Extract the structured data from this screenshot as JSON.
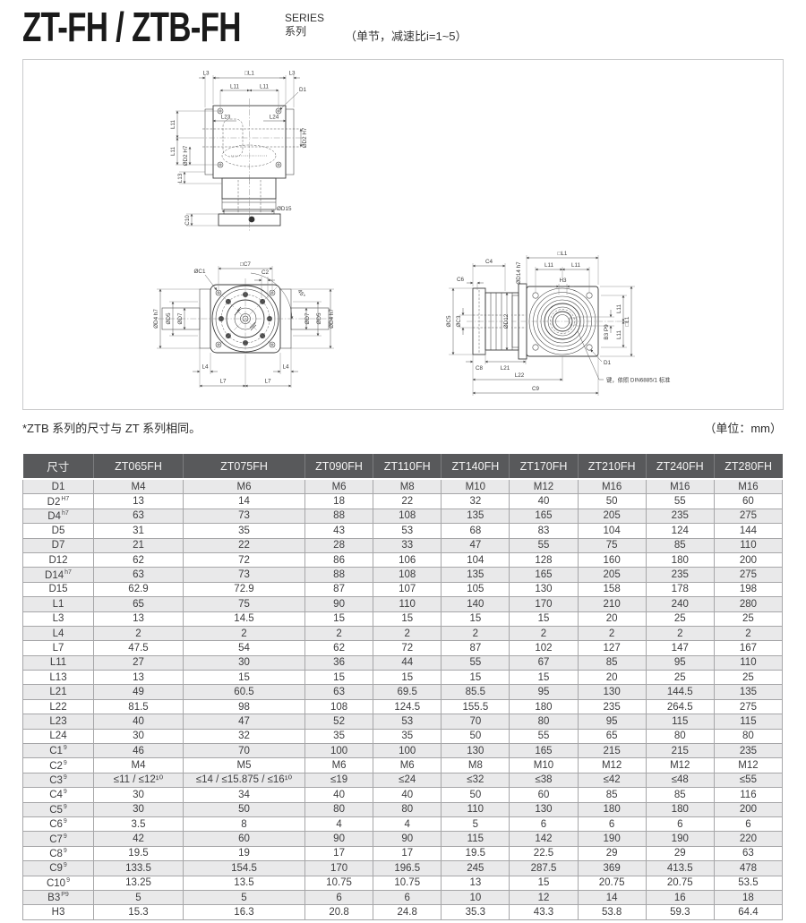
{
  "colors": {
    "header_bg": "#58595b",
    "header_text": "#f4f4f4",
    "row_alt_bg": "#e9e9ea",
    "table_border": "#a6a6a8",
    "panel_border": "#c9cacb"
  },
  "header": {
    "title": "ZT-FH / ZTB-FH",
    "series_en": "SERIES",
    "series_zh": "系列",
    "subtitle": "（单节，减速比i=1~5）"
  },
  "note": {
    "left": "*ZTB 系列的尺寸与 ZT 系列相同。",
    "right": "（单位：mm）"
  },
  "drawings": {
    "top": {
      "l3_left": "L3",
      "l1": "□L1",
      "l3_right": "L3",
      "l11_a": "L11",
      "l11_b": "L11",
      "d1": "D1",
      "l23": "L23",
      "l24": "L24",
      "d2_right": "ØD2 H7",
      "l11_c": "L11",
      "l11_d": "L11",
      "d2_left": "ØD2 H7",
      "l13": "L13",
      "d15": "ØD15",
      "c10": "C10"
    },
    "front": {
      "c7": "□C7",
      "c1": "ØC1",
      "c2": "C2",
      "angle": "45°",
      "d4_l": "ØD4 h7",
      "d5_l": "ØD5",
      "d7_l": "ØD7",
      "d7_r": "ØD7",
      "d5_r": "ØD5",
      "d4_r": "ØD4 h7",
      "l4_l": "L4",
      "l4_r": "L4",
      "l7_l": "L7",
      "l7_r": "L7"
    },
    "side": {
      "c4": "C4",
      "c6": "C6",
      "d14": "ØD14 h7",
      "l1_top": "□L1",
      "l11_a": "L11",
      "l11_b": "L11",
      "h3": "H3",
      "c5": "ØC5",
      "c3": "ØC3",
      "d12": "ØD12",
      "l11_c": "L11",
      "l11_d": "L11",
      "l1_right": "□L1",
      "b3": "B3 P9",
      "d1": "D1",
      "c8": "C8",
      "l21": "L21",
      "l22": "L22",
      "c9": "C9",
      "key_note": "键，依照 DIN6885/1 标准"
    }
  },
  "table": {
    "columns": [
      "尺寸",
      "ZT065FH",
      "ZT075FH",
      "ZT090FH",
      "ZT110FH",
      "ZT140FH",
      "ZT170FH",
      "ZT210FH",
      "ZT240FH",
      "ZT280FH"
    ],
    "rows": [
      {
        "dim": "D1",
        "sup": "",
        "values": [
          "M4",
          "M6",
          "M6",
          "M8",
          "M10",
          "M12",
          "M16",
          "M16",
          "M16"
        ]
      },
      {
        "dim": "D2",
        "sup": "H7",
        "values": [
          "13",
          "14",
          "18",
          "22",
          "32",
          "40",
          "50",
          "55",
          "60"
        ]
      },
      {
        "dim": "D4",
        "sup": "h7",
        "values": [
          "63",
          "73",
          "88",
          "108",
          "135",
          "165",
          "205",
          "235",
          "275"
        ]
      },
      {
        "dim": "D5",
        "sup": "",
        "values": [
          "31",
          "35",
          "43",
          "53",
          "68",
          "83",
          "104",
          "124",
          "144"
        ]
      },
      {
        "dim": "D7",
        "sup": "",
        "values": [
          "21",
          "22",
          "28",
          "33",
          "47",
          "55",
          "75",
          "85",
          "110"
        ]
      },
      {
        "dim": "D12",
        "sup": "",
        "values": [
          "62",
          "72",
          "86",
          "106",
          "104",
          "128",
          "160",
          "180",
          "200"
        ]
      },
      {
        "dim": "D14",
        "sup": "h7",
        "values": [
          "63",
          "73",
          "88",
          "108",
          "135",
          "165",
          "205",
          "235",
          "275"
        ]
      },
      {
        "dim": "D15",
        "sup": "",
        "values": [
          "62.9",
          "72.9",
          "87",
          "107",
          "105",
          "130",
          "158",
          "178",
          "198"
        ]
      },
      {
        "dim": "L1",
        "sup": "",
        "values": [
          "65",
          "75",
          "90",
          "110",
          "140",
          "170",
          "210",
          "240",
          "280"
        ]
      },
      {
        "dim": "L3",
        "sup": "",
        "values": [
          "13",
          "14.5",
          "15",
          "15",
          "15",
          "15",
          "20",
          "25",
          "25"
        ]
      },
      {
        "dim": "L4",
        "sup": "",
        "values": [
          "2",
          "2",
          "2",
          "2",
          "2",
          "2",
          "2",
          "2",
          "2"
        ]
      },
      {
        "dim": "L7",
        "sup": "",
        "values": [
          "47.5",
          "54",
          "62",
          "72",
          "87",
          "102",
          "127",
          "147",
          "167"
        ]
      },
      {
        "dim": "L11",
        "sup": "",
        "values": [
          "27",
          "30",
          "36",
          "44",
          "55",
          "67",
          "85",
          "95",
          "110"
        ]
      },
      {
        "dim": "L13",
        "sup": "",
        "values": [
          "13",
          "15",
          "15",
          "15",
          "15",
          "15",
          "20",
          "25",
          "25"
        ]
      },
      {
        "dim": "L21",
        "sup": "",
        "values": [
          "49",
          "60.5",
          "63",
          "69.5",
          "85.5",
          "95",
          "130",
          "144.5",
          "135"
        ]
      },
      {
        "dim": "L22",
        "sup": "",
        "values": [
          "81.5",
          "98",
          "108",
          "124.5",
          "155.5",
          "180",
          "235",
          "264.5",
          "275"
        ]
      },
      {
        "dim": "L23",
        "sup": "",
        "values": [
          "40",
          "47",
          "52",
          "53",
          "70",
          "80",
          "95",
          "115",
          "115"
        ]
      },
      {
        "dim": "L24",
        "sup": "",
        "values": [
          "30",
          "32",
          "35",
          "35",
          "50",
          "55",
          "65",
          "80",
          "80"
        ]
      },
      {
        "dim": "C1",
        "sup": "9",
        "values": [
          "46",
          "70",
          "100",
          "100",
          "130",
          "165",
          "215",
          "215",
          "235"
        ]
      },
      {
        "dim": "C2",
        "sup": "9",
        "values": [
          "M4",
          "M5",
          "M6",
          "M6",
          "M8",
          "M10",
          "M12",
          "M12",
          "M12"
        ]
      },
      {
        "dim": "C3",
        "sup": "9",
        "values": [
          "≤11 / ≤12¹⁰",
          "≤14 / ≤15.875 / ≤16¹⁰",
          "≤19",
          "≤24",
          "≤32",
          "≤38",
          "≤42",
          "≤48",
          "≤55"
        ]
      },
      {
        "dim": "C4",
        "sup": "9",
        "values": [
          "30",
          "34",
          "40",
          "40",
          "50",
          "60",
          "85",
          "85",
          "116"
        ]
      },
      {
        "dim": "C5",
        "sup": "9",
        "values": [
          "30",
          "50",
          "80",
          "80",
          "110",
          "130",
          "180",
          "180",
          "200"
        ]
      },
      {
        "dim": "C6",
        "sup": "9",
        "values": [
          "3.5",
          "8",
          "4",
          "4",
          "5",
          "6",
          "6",
          "6",
          "6"
        ]
      },
      {
        "dim": "C7",
        "sup": "9",
        "values": [
          "42",
          "60",
          "90",
          "90",
          "115",
          "142",
          "190",
          "190",
          "220"
        ]
      },
      {
        "dim": "C8",
        "sup": "9",
        "values": [
          "19.5",
          "19",
          "17",
          "17",
          "19.5",
          "22.5",
          "29",
          "29",
          "63"
        ]
      },
      {
        "dim": "C9",
        "sup": "9",
        "values": [
          "133.5",
          "154.5",
          "170",
          "196.5",
          "245",
          "287.5",
          "369",
          "413.5",
          "478"
        ]
      },
      {
        "dim": "C10",
        "sup": "9",
        "values": [
          "13.25",
          "13.5",
          "10.75",
          "10.75",
          "13",
          "15",
          "20.75",
          "20.75",
          "53.5"
        ]
      },
      {
        "dim": "B3",
        "sup": "P9",
        "values": [
          "5",
          "5",
          "6",
          "6",
          "10",
          "12",
          "14",
          "16",
          "18"
        ]
      },
      {
        "dim": "H3",
        "sup": "",
        "values": [
          "15.3",
          "16.3",
          "20.8",
          "24.8",
          "35.3",
          "43.3",
          "53.8",
          "59.3",
          "64.4"
        ]
      }
    ]
  }
}
